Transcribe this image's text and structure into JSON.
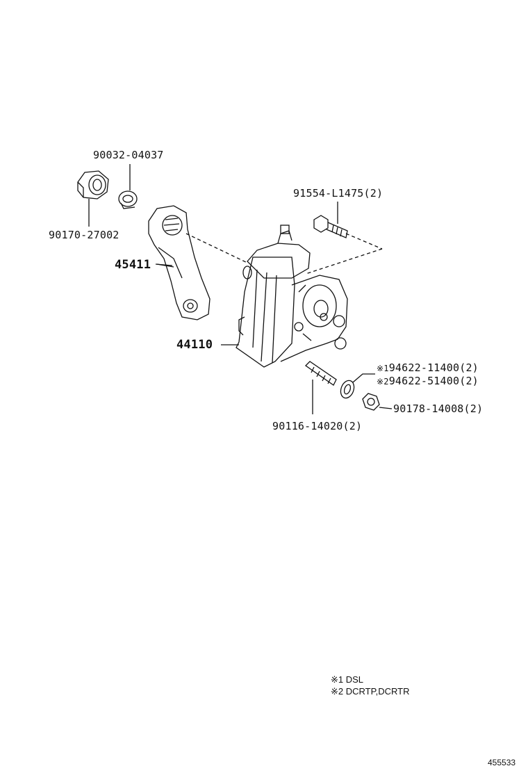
{
  "parts": {
    "washer_top": "90032-04037",
    "nut_top": "90170-27002",
    "bolt": "91554-L1475(2)",
    "pitman_arm": "45411",
    "gear_assy": "44110",
    "washer_1_mark": "※1",
    "washer_1": "94622-11400(2)",
    "washer_2_mark": "※2",
    "washer_2": "94622-51400(2)",
    "nut_bottom": "90178-14008(2)",
    "stud": "90116-14020(2)"
  },
  "notes": {
    "note_1": "※1 DSL",
    "note_2": "※2 DCRTP,DCRTR"
  },
  "diagram_code": "455533"
}
